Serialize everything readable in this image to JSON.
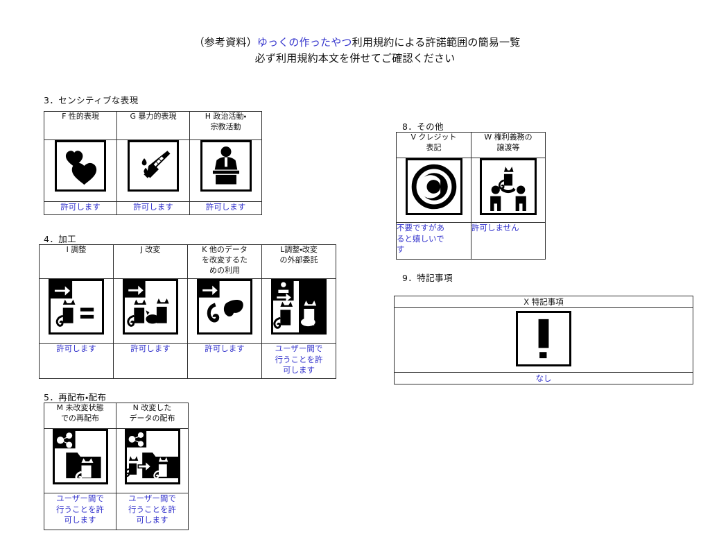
{
  "document": {
    "title_line_1_prefix": "（参考資料）",
    "title_line_1_work": "ゆっくの作ったやつ",
    "title_line_1_suffix": "利用規約による許諾範囲の簡易一覧",
    "title_line_2": "必ず利用規約本文を併せてご確認ください",
    "accent_color": "#3333cc",
    "text_color": "#111111",
    "border_color": "#2b2b2b",
    "background_color": "#ffffff"
  },
  "sections": [
    {
      "id": "section-3",
      "heading": "3．センシティブな表現",
      "columns": [
        {
          "code": "F",
          "label": "F 性的表現",
          "icon": "hearts-icon",
          "answer": "許可します"
        },
        {
          "code": "G",
          "label": "G 暴力的表現",
          "icon": "bloody-knife-icon",
          "answer": "許可します"
        },
        {
          "code": "H",
          "label": "H 政治活動・\n宗教活動",
          "icon": "podium-speaker-icon",
          "answer": "許可します"
        }
      ]
    },
    {
      "id": "section-4",
      "heading": "4．加工",
      "columns": [
        {
          "code": "I",
          "label": "I 調整",
          "icon": "cat-equals-icon",
          "answer": "許可します"
        },
        {
          "code": "J",
          "label": "J 改変",
          "icon": "cat-altered-icon",
          "answer": "許可します"
        },
        {
          "code": "K",
          "label": "K 他のデータ\nを改変するた\nめの利用",
          "icon": "cat-ribbon-icon",
          "answer": "許可します"
        },
        {
          "code": "L",
          "label": "L調整・改変\nの外部委託",
          "icon": "cat-outsource-icon",
          "answer": "ユーザー間で\n行うことを許\n可します"
        }
      ]
    },
    {
      "id": "section-5",
      "heading": "5．再配布・配布",
      "columns": [
        {
          "code": "M",
          "label": "M 未改変状態\nでの再配布",
          "icon": "share-folder-cat-icon",
          "answer": "ユーザー間で\n行うことを許\n可します"
        },
        {
          "code": "N",
          "label": "N 改変した\nデータの配布",
          "icon": "share-folder-modified-cat-icon",
          "answer": "ユーザー間で\n行うことを許\n可します"
        }
      ]
    },
    {
      "id": "section-8",
      "heading": "8．その他",
      "columns": [
        {
          "code": "V",
          "label": "V クレジット\n表記",
          "icon": "copyright-icon",
          "answer": "不要ですがあ\nると嬉しいで\nす",
          "answer_align": "justify"
        },
        {
          "code": "W",
          "label": "W 権利義務の\n譲渡等",
          "icon": "cat-transfer-people-icon",
          "answer": "許可しません"
        }
      ]
    },
    {
      "id": "section-9",
      "heading": "9．特記事項",
      "wide": {
        "label": "X 特記事項",
        "icon": "exclamation-icon",
        "answer": "なし"
      }
    }
  ]
}
